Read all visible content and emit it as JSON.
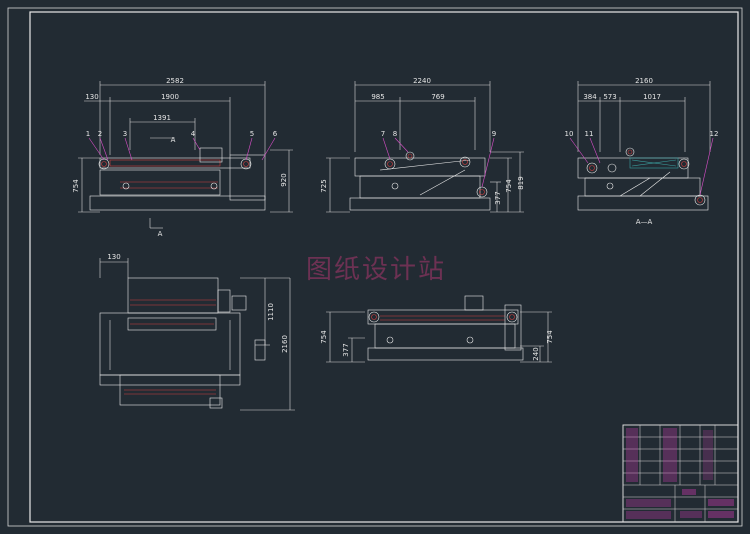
{
  "watermark": "图纸设计站",
  "front_view": {
    "dims": {
      "overall_width": "2582",
      "left_offset": "130",
      "inner_width": "1900",
      "roller_span": "1391",
      "left_height": "754",
      "right_height": "920",
      "section_letter": "A"
    },
    "balloons": [
      "1",
      "2",
      "3",
      "4",
      "5",
      "6"
    ]
  },
  "middle_view": {
    "dims": {
      "overall_width": "2240",
      "left_part": "985",
      "right_part": "769",
      "left_height": "725",
      "height_a": "377",
      "height_b": "754",
      "height_c": "819"
    },
    "balloons": [
      "7",
      "8",
      "9"
    ]
  },
  "section_view": {
    "dims": {
      "overall_width": "2160",
      "d1": "384",
      "d2": "573",
      "d3": "1017"
    },
    "balloons": [
      "10",
      "11",
      "12"
    ],
    "caption": "A—A"
  },
  "plan_view": {
    "dims": {
      "top_offset": "130",
      "depth": "1110",
      "overall_depth": "2160"
    }
  },
  "side_view": {
    "dims": {
      "height_a": "754",
      "height_b": "377",
      "height_c": "754",
      "height_d": "240"
    }
  }
}
